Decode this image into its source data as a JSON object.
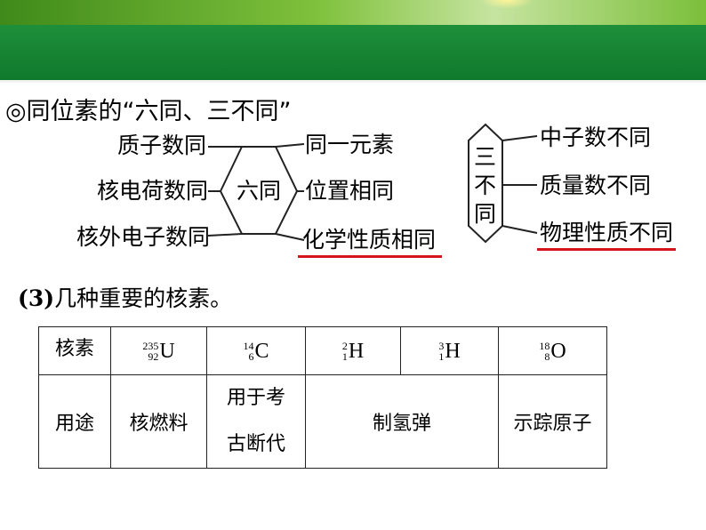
{
  "heading": "◎同位素的“六同、三不同”",
  "six_same": {
    "center": "六同",
    "left_items": [
      "质子数同",
      "核电荷数同",
      "核外电子数同"
    ],
    "right_items": [
      "同一元素",
      "位置相同",
      "化学性质相同"
    ]
  },
  "three_different": {
    "center": [
      "三",
      "不",
      "同"
    ],
    "items": [
      "中子数不同",
      "质量数不同",
      "物理性质不同"
    ]
  },
  "section": {
    "number": "(3)",
    "title": "几种重要的核素。"
  },
  "table": {
    "row1_label": "核素",
    "nuclides": [
      {
        "mass": "235",
        "atomic": "92",
        "symbol": "U"
      },
      {
        "mass": "14",
        "atomic": "6",
        "symbol": "C"
      },
      {
        "mass": "2",
        "atomic": "1",
        "symbol": "H"
      },
      {
        "mass": "3",
        "atomic": "1",
        "symbol": "H"
      },
      {
        "mass": "18",
        "atomic": "8",
        "symbol": "O"
      }
    ],
    "row2_label": "用途",
    "uses": [
      "核燃料",
      "用于考",
      "古断代",
      "制氢弹",
      "示踪原子"
    ]
  },
  "colors": {
    "banner_green": "#178433",
    "underline_red": "#d4161c"
  }
}
